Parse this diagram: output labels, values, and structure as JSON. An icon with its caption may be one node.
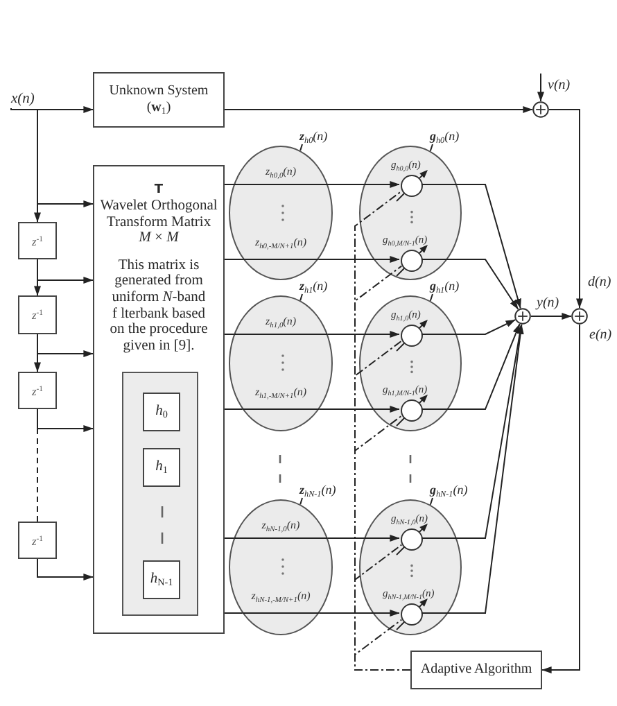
{
  "diagram": {
    "nodes": [
      {
        "text": [
          "x(n)"
        ]
      },
      {
        "text": [
          "Unknown System",
          "(**w**$_{1}$)"
        ]
      },
      {
        "text": [],
        "shape": "circle"
      },
      {
        "text": [
          "T",
          "Wavelet Orthogonal Transform Matrix",
          "*M* × *M*",
          "This matrix is generated from uniform *N*-band f lterbank based on the procedure given in [9]."
        ]
      },
      {
        "text": [],
        "shape": "box",
        "in": 3
      },
      {
        "text": [
          "*h*$_{0}$"
        ],
        "in": 4
      },
      {
        "text": [
          "*h*$_{1}$"
        ],
        "in": 4
      },
      {
        "text": [
          "*h*$_{N-1}$"
        ],
        "in": 4
      },
      {
        "text": [
          "*z*$^{-1}$"
        ]
      },
      {
        "text": [
          "*z*$^{-1}$"
        ]
      },
      {
        "text": [
          "*z*$^{-1}$"
        ]
      },
      {
        "text": [
          "*z*$^{-1}$"
        ]
      },
      {
        "text": [
          "**z**$_{h0}$(n)"
        ]
      },
      {
        "text": [
          "z$_{h0,0}$(n)",
          "z$_{h0,-M/N+1}$(n)"
        ]
      },
      {
        "text": [
          "**g**$_{h0}$(n)"
        ]
      },
      {
        "text": [],
        "shape": "ellipse"
      },
      {
        "text": [],
        "shape": "circle",
        "in": 15,
        "beside": [
          "g$_{h0,0}$(n)"
        ]
      },
      {
        "text": [],
        "shape": "circle",
        "in": 15,
        "beside": [
          "g$_{h0,M/N-1}$(n)"
        ]
      },
      {
        "text": [
          "**z**$_{h1}$(n)"
        ]
      },
      {
        "text": [
          "z$_{h1,0}$(n)",
          "z$_{h1,-M/N+1}$(n)"
        ]
      },
      {
        "text": [
          "**g**$_{h1}$(n)"
        ]
      },
      {
        "text": [],
        "shape": "ellipse"
      },
      {
        "text": [],
        "shape": "circle",
        "in": 21,
        "beside": [
          "g$_{h1,0}$(n)"
        ]
      },
      {
        "text": [],
        "shape": "circle",
        "in": 21,
        "beside": [
          "g$_{h1,M/N-1}$(n)"
        ]
      },
      {
        "text": [
          "**z**$_{hN-1}$(n)"
        ]
      },
      {
        "text": [
          "z$_{hN-1,0}$(n)",
          "z$_{hN-1,-M/N+1}$(n)"
        ]
      },
      {
        "text": [
          "**g**$_{hN-1}$(n)"
        ]
      },
      {
        "text": [],
        "shape": "ellipse"
      },
      {
        "text": [],
        "shape": "circle",
        "in": 27,
        "beside": [
          "g$_{hN-1,0}$(n)"
        ]
      },
      {
        "text": [],
        "shape": "circle",
        "in": 27,
        "beside": [
          "g$_{hN-1,M/N-1}$(n)"
        ]
      },
      {
        "text": [],
        "shape": "circle"
      },
      {
        "text": [],
        "shape": "circle"
      },
      {
        "text": [
          "Adaptive Algorithm"
        ]
      }
    ],
    "edges": [
      {
        "from": 0,
        "to": 1,
        "arrow": "to"
      },
      {
        "from": 0,
        "to": 3,
        "arrow": "to"
      },
      {
        "from": 0,
        "to": 8,
        "arrow": "to"
      },
      {
        "from": 8,
        "to": 3,
        "arrow": "to"
      },
      {
        "from": 8,
        "to": 9,
        "arrow": "to"
      },
      {
        "from": 9,
        "to": 3,
        "arrow": "to"
      },
      {
        "from": 9,
        "to": 10,
        "arrow": "to"
      },
      {
        "from": 10,
        "to": 3,
        "arrow": "to"
      },
      {
        "from": 10,
        "to": 11,
        "arrow": "none",
        "style": "dashed"
      },
      {
        "from": 11,
        "to": 3,
        "arrow": "to"
      },
      {
        "from": 1,
        "to": 2,
        "arrow": "to"
      },
      {
        "from": null,
        "to": 2,
        "arrow": "to",
        "label": "v(n)"
      },
      {
        "from": 3,
        "to": 13,
        "arrow": "none"
      },
      {
        "from": 3,
        "to": 13,
        "arrow": "none"
      },
      {
        "from": 3,
        "to": 19,
        "arrow": "none"
      },
      {
        "from": 3,
        "to": 19,
        "arrow": "none"
      },
      {
        "from": 3,
        "to": 25,
        "arrow": "none"
      },
      {
        "from": 3,
        "to": 25,
        "arrow": "none"
      },
      {
        "from": 13,
        "to": 16,
        "arrow": "to"
      },
      {
        "from": 13,
        "to": 17,
        "arrow": "to"
      },
      {
        "from": 19,
        "to": 22,
        "arrow": "to"
      },
      {
        "from": 19,
        "to": 23,
        "arrow": "to"
      },
      {
        "from": 25,
        "to": 28,
        "arrow": "to"
      },
      {
        "from": 25,
        "to": 29,
        "arrow": "to"
      },
      {
        "from": 16,
        "to": 30,
        "arrow": "to"
      },
      {
        "from": 17,
        "to": 30,
        "arrow": "to"
      },
      {
        "from": 22,
        "to": 30,
        "arrow": "to"
      },
      {
        "from": 23,
        "to": 30,
        "arrow": "to"
      },
      {
        "from": 28,
        "to": 30,
        "arrow": "to"
      },
      {
        "from": 29,
        "to": 30,
        "arrow": "to"
      },
      {
        "from": 30,
        "to": 31,
        "arrow": "to",
        "label": "y(n)"
      },
      {
        "from": 2,
        "to": 31,
        "arrow": "to",
        "label": "d(n)"
      },
      {
        "from": 31,
        "to": 32,
        "arrow": "to",
        "label": "e(n)"
      },
      {
        "from": 32,
        "to": 16,
        "arrow": "none",
        "style": "dashed"
      },
      {
        "from": 32,
        "to": 17,
        "arrow": "none",
        "style": "dashed"
      },
      {
        "from": 32,
        "to": 22,
        "arrow": "none",
        "style": "dashed"
      },
      {
        "from": 32,
        "to": 23,
        "arrow": "none",
        "style": "dashed"
      },
      {
        "from": 32,
        "to": 28,
        "arrow": "none",
        "style": "dashed"
      },
      {
        "from": 32,
        "to": 29,
        "arrow": "none",
        "style": "dashed"
      },
      {
        "from": 12,
        "to": 13,
        "arrow": "none"
      },
      {
        "from": 14,
        "to": 15,
        "arrow": "none"
      },
      {
        "from": 18,
        "to": 19,
        "arrow": "none"
      },
      {
        "from": 20,
        "to": 21,
        "arrow": "none"
      },
      {
        "from": 24,
        "to": 25,
        "arrow": "none"
      },
      {
        "from": 26,
        "to": 27,
        "arrow": "none"
      }
    ]
  }
}
